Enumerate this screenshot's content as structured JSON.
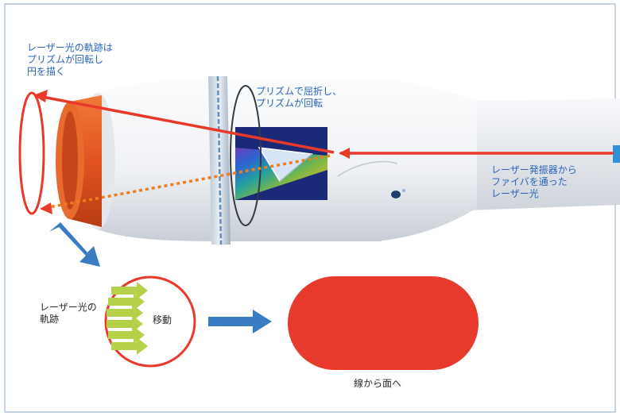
{
  "labels": {
    "trace_circle": [
      "レーザー光の軌跡は",
      "プリズムが回転し",
      "円を描く"
    ],
    "prism": [
      "プリズムで屈折し、",
      "プリズムが回転"
    ],
    "laser_source": [
      "レーザー発振器から",
      "ファイバを通った",
      "レーザー光"
    ],
    "trajectory": [
      "レーザー光の",
      "軌跡"
    ],
    "movement": "移動",
    "line_to_surface": "線から面へ"
  },
  "colors": {
    "laser_red": "#e8392a",
    "laser_dotted": "#ef7d1e",
    "label_blue": "#2a63b8",
    "arrow_blue": "#3a7cc4",
    "body_white": "#f2f4f6",
    "nozzle_orange": "#e2531f",
    "prism_panel": "#1b2a78",
    "green_arrows": "#b5d14a",
    "surface_red": "#e83a2c"
  },
  "icons": [
    "prism-icon",
    "laser-beam",
    "rotation-ring-icon",
    "block-arrow-icon"
  ]
}
